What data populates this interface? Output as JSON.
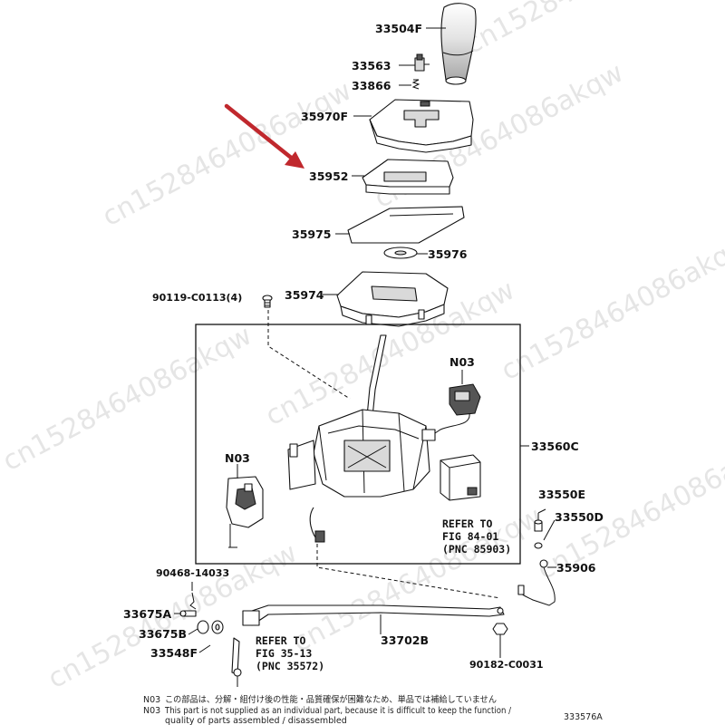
{
  "watermark": "cn1528464086akqw",
  "labels": {
    "p33504F": "33504F",
    "p33563": "33563",
    "p33866": "33866",
    "p35970F": "35970F",
    "p35952": "35952",
    "p35975": "35975",
    "p35976": "35976",
    "p90119": "90119-C0113(4)",
    "p35974": "35974",
    "n03a": "N03",
    "n03b": "N03",
    "p33560C": "33560C",
    "p33550E": "33550E",
    "p33550D": "33550D",
    "p35906": "35906",
    "p90468": "90468-14033",
    "p33675A": "33675A",
    "p33675B": "33675B",
    "p33548F": "33548F",
    "p33702B": "33702B",
    "p90182": "90182-C0031"
  },
  "refs": {
    "fig84": [
      "REFER TO",
      "FIG 84-01",
      "(PNC 85903)"
    ],
    "fig35": [
      "REFER TO",
      "FIG 35-13",
      "(PNC 35572)"
    ]
  },
  "footnote": {
    "line1_code": "N03",
    "line1_text": "この部品は、分解・組付け後の性能・品質確保が困難なため、単品では補給していません",
    "line2_code": "N03",
    "line2_text": "This part is not supplied as an individual part, because it is difficult to keep the function /",
    "line3_text": "quality of parts  assembled / disassembled"
  },
  "figure_id": "333576A",
  "colors": {
    "arrow": "#c0282d",
    "ink": "#111111",
    "knob_light": "#e6e6e6",
    "knob_dark": "#b0b0b0"
  }
}
